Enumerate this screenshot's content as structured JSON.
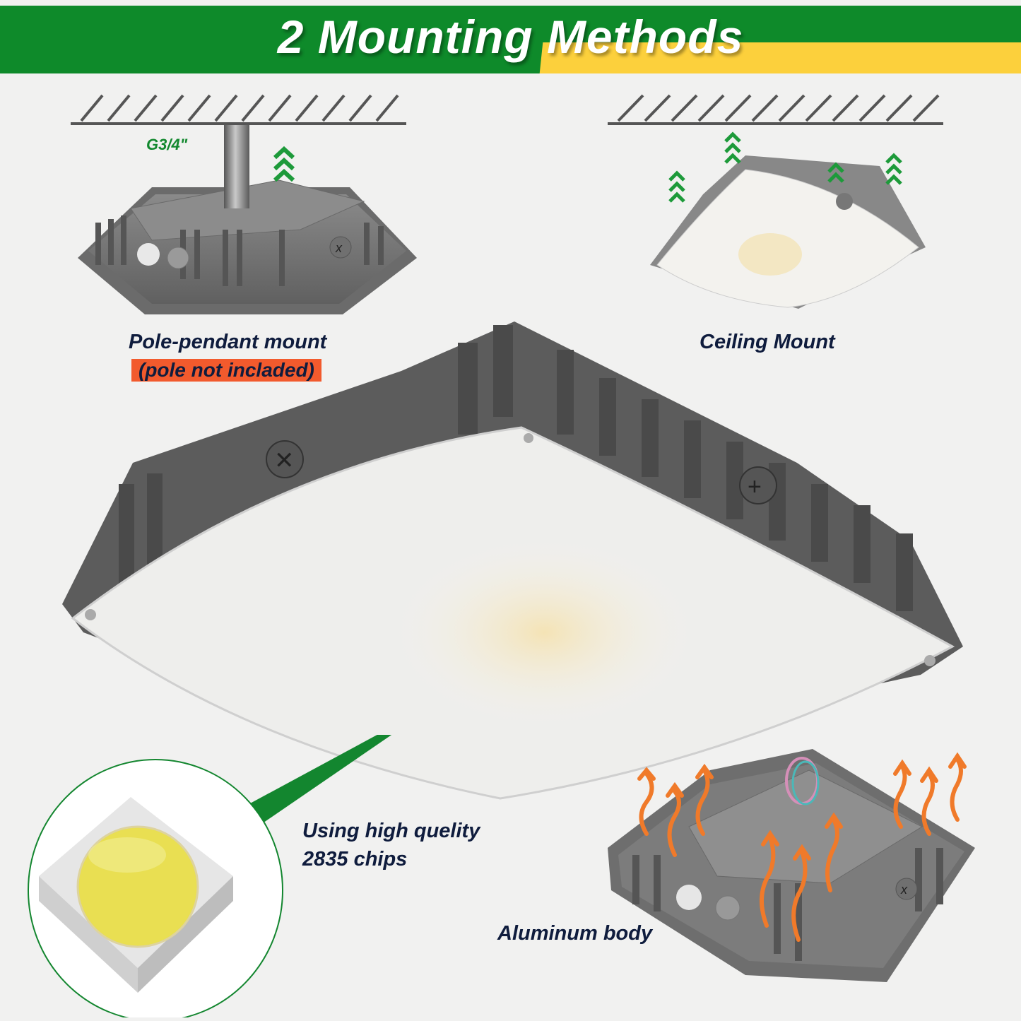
{
  "header": {
    "title": "2 Mounting Methods",
    "colors": {
      "green": "#0e8a2a",
      "yellow": "#fcd03c",
      "text": "#ffffff"
    }
  },
  "pole_pendant": {
    "thread_label": "G3/4\"",
    "caption": "Pole-pendant mount",
    "note": "(pole not incladed)",
    "note_bg": "#f25a2d",
    "icons": [
      "ceiling-hatch",
      "pole",
      "up-chevrons",
      "fixture-back"
    ]
  },
  "ceiling": {
    "caption": "Ceiling Mount",
    "icons": [
      "ceiling-hatch",
      "up-chevrons",
      "fixture-lens"
    ]
  },
  "main_product": {
    "description": "Square LED canopy light, frosted lens, finned grey housing",
    "icons": [
      "fixture-main",
      "screw",
      "callout-pointer"
    ]
  },
  "chip": {
    "caption_line1": "Using high quelity",
    "caption_line2": "2835 chips",
    "icons": [
      "led-chip-2835"
    ]
  },
  "body": {
    "caption": "Aluminum body",
    "icons": [
      "heat-arrows",
      "fixture-back-wires"
    ]
  },
  "colors": {
    "caption_text": "#0f1c3d",
    "accent_green": "#12882e",
    "heat_orange": "#f07a2a"
  }
}
